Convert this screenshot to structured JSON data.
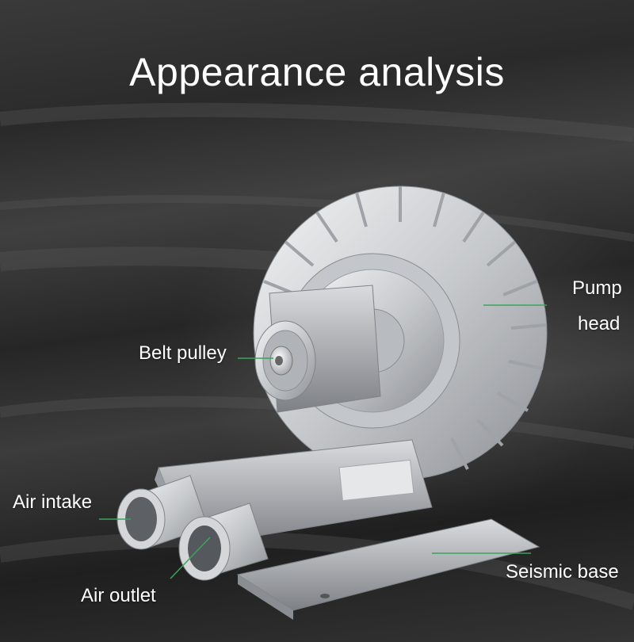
{
  "title": "Appearance analysis",
  "labels": {
    "belt_pulley": "Belt pulley",
    "pump": "Pump",
    "head": "head",
    "air_intake": "Air intake",
    "air_outlet": "Air outlet",
    "seismic_base": "Seismic base"
  },
  "colors": {
    "text": "#ffffff",
    "leader_line": "#3aa55a",
    "background": "#2e2e2e",
    "metal": "#c9ccd0"
  }
}
